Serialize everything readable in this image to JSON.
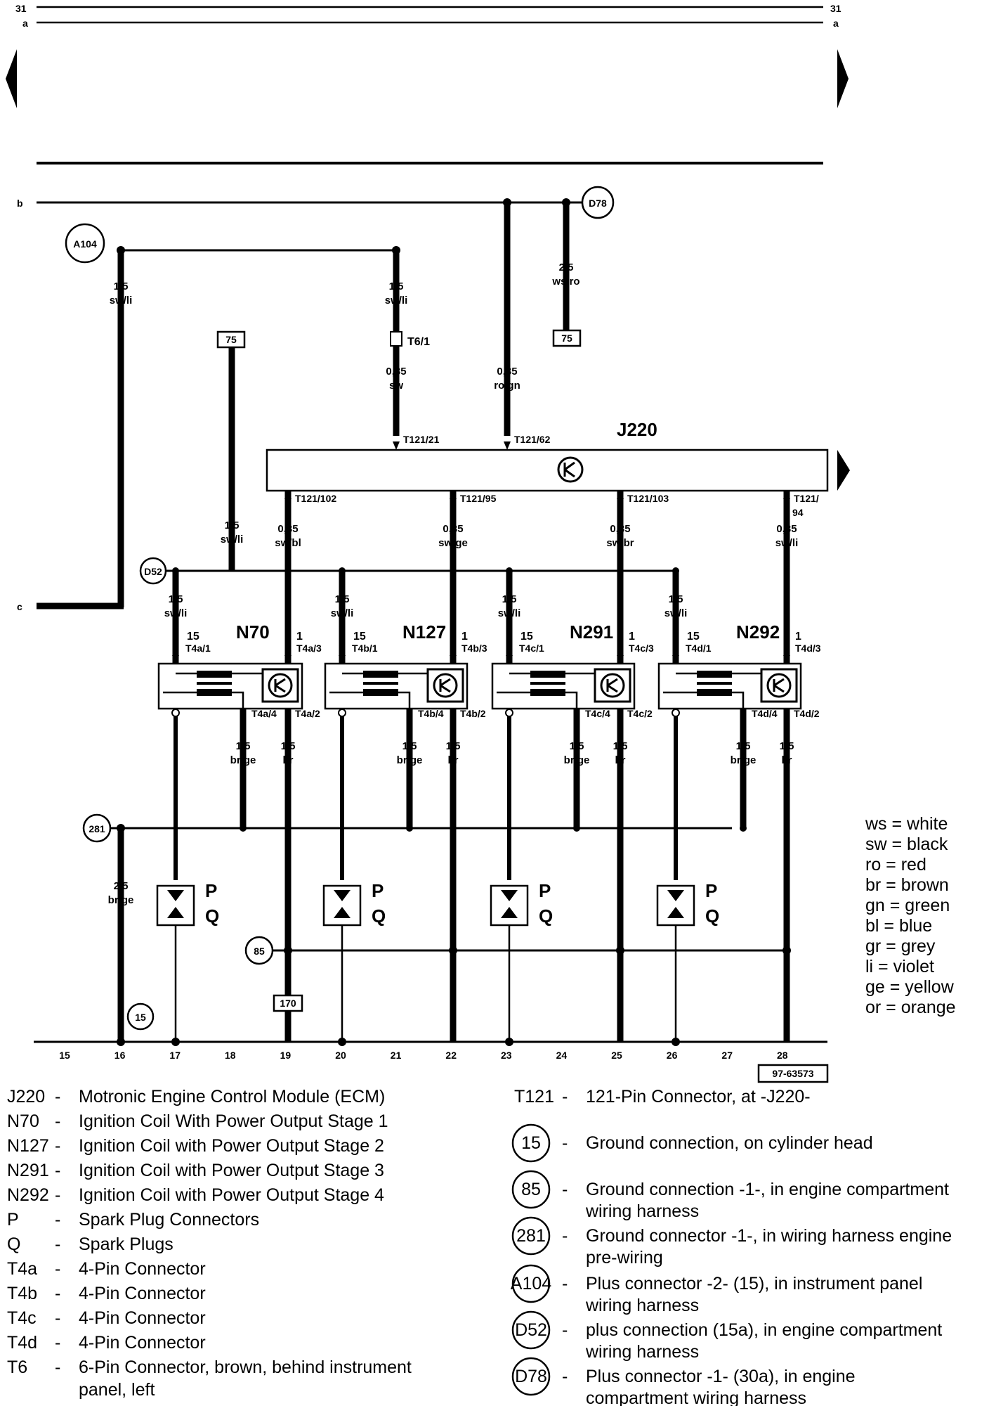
{
  "header": {
    "rail_top_left": "31",
    "rail_top_right": "31",
    "rail_a_left": "a",
    "rail_a_right": "a",
    "rail_b": "b",
    "rail_c": "c"
  },
  "ecm": {
    "name": "J220",
    "pins_in": [
      "T121/21",
      "T121/62"
    ],
    "pins_out": [
      "T121/102",
      "T121/95",
      "T121/103",
      "T121/"
    ],
    "pin_94_suffix": "94"
  },
  "connector_T6": "T6/1",
  "wires": {
    "w_a104_left": {
      "gauge": "1,5",
      "color": "sw/li"
    },
    "w_a104_right": {
      "gauge": "1,5",
      "color": "sw/li"
    },
    "w_t6_sw": {
      "gauge": "0,35",
      "color": "sw"
    },
    "w_ro_gn": {
      "gauge": "0,35",
      "color": "ro/gn"
    },
    "w_ws_ro": {
      "gauge": "2,5",
      "color": "ws/ro"
    },
    "w_75_mid": {
      "gauge": "1,5",
      "color": "sw/li"
    },
    "w_102": {
      "gauge": "0,35",
      "color": "sw/bl"
    },
    "w_95": {
      "gauge": "0,35",
      "color": "sw/ge"
    },
    "w_103": {
      "gauge": "0,35",
      "color": "sw/br"
    },
    "w_94": {
      "gauge": "0,35",
      "color": "sw/li"
    },
    "w_ground281": {
      "gauge": "2,5",
      "color": "br/ge"
    }
  },
  "coils": [
    {
      "name": "N70",
      "pin15": "T4a/1",
      "pin1": "T4a/3",
      "pin4": "T4a/4",
      "pin2": "T4a/2"
    },
    {
      "name": "N127",
      "pin15": "T4b/1",
      "pin1": "T4b/3",
      "pin4": "T4b/4",
      "pin2": "T4b/2"
    },
    {
      "name": "N291",
      "pin15": "T4c/1",
      "pin1": "T4c/3",
      "pin4": "T4c/4",
      "pin2": "T4c/2"
    },
    {
      "name": "N292",
      "pin15": "T4d/1",
      "pin1": "T4d/3",
      "pin4": "T4d/4",
      "pin2": "T4d/2"
    }
  ],
  "coil_wire_common": {
    "feed_gauge": "1,5",
    "feed_color": "sw/li",
    "pin15_num": "15",
    "pin1_num": "1",
    "brge_gauge": "1,5",
    "brge_color": "br/ge",
    "br_gauge": "1,5",
    "br_color": "br"
  },
  "plug_labels": {
    "p": "P",
    "q": "Q"
  },
  "refs": {
    "ref_75_left": "75",
    "ref_75_right": "75",
    "ref_170": "170",
    "doc_id": "97-63573"
  },
  "circles": {
    "A104": "A104",
    "D78": "D78",
    "D52": "D52",
    "g281": "281",
    "g85": "85",
    "g15": "15"
  },
  "bottom_numbers": [
    "15",
    "16",
    "17",
    "18",
    "19",
    "20",
    "21",
    "22",
    "23",
    "24",
    "25",
    "26",
    "27",
    "28"
  ],
  "color_key": [
    "ws = white",
    "sw = black",
    "ro  = red",
    "br  = brown",
    "gn  = green",
    "bl   = blue",
    "gr   = grey",
    "li    = violet",
    "ge  = yellow",
    "or  = orange"
  ],
  "legend_left": [
    {
      "code": "J220",
      "sep": "-",
      "text": "Motronic Engine Control Module (ECM)"
    },
    {
      "code": "N70",
      "sep": "-",
      "text": "Ignition Coil With Power Output Stage 1"
    },
    {
      "code": "N127",
      "sep": "-",
      "text": "Ignition Coil with Power Output Stage 2"
    },
    {
      "code": "N291",
      "sep": "-",
      "text": "Ignition Coil with Power Output Stage 3"
    },
    {
      "code": "N292",
      "sep": "-",
      "text": "Ignition Coil with Power Output Stage 4"
    },
    {
      "code": "P",
      "sep": "-",
      "text": "Spark Plug Connectors"
    },
    {
      "code": "Q",
      "sep": "-",
      "text": "Spark Plugs"
    },
    {
      "code": "T4a",
      "sep": "-",
      "text": "4-Pin Connector"
    },
    {
      "code": "T4b",
      "sep": "-",
      "text": "4-Pin Connector"
    },
    {
      "code": "T4c",
      "sep": "-",
      "text": "4-Pin Connector"
    },
    {
      "code": "T4d",
      "sep": "-",
      "text": "4-Pin Connector"
    },
    {
      "code": "T6",
      "sep": "-",
      "text": "6-Pin Connector, brown, behind instrument",
      "text2": "panel, left"
    }
  ],
  "legend_right": [
    {
      "code": "T121",
      "sep": "-",
      "text": "121-Pin Connector, at -J220-"
    },
    {
      "badge": "15",
      "sep": "-",
      "text": "Ground connection, on cylinder head"
    },
    {
      "badge": "85",
      "sep": "-",
      "text": "Ground connection -1-, in engine compartment",
      "text2": "wiring harness"
    },
    {
      "badge": "281",
      "sep": "-",
      "text": "Ground connector -1-, in wiring harness engine",
      "text2": "pre-wiring"
    },
    {
      "badge": "A104",
      "sep": "-",
      "text": "Plus connector -2- (15), in instrument panel",
      "text2": "wiring harness"
    },
    {
      "badge": "D52",
      "sep": "-",
      "text": "plus connection (15a), in engine compartment",
      "text2": "wiring harness"
    },
    {
      "badge": "D78",
      "sep": "-",
      "text": "Plus connector -1- (30a), in engine",
      "text2": "compartment wiring harness"
    }
  ]
}
